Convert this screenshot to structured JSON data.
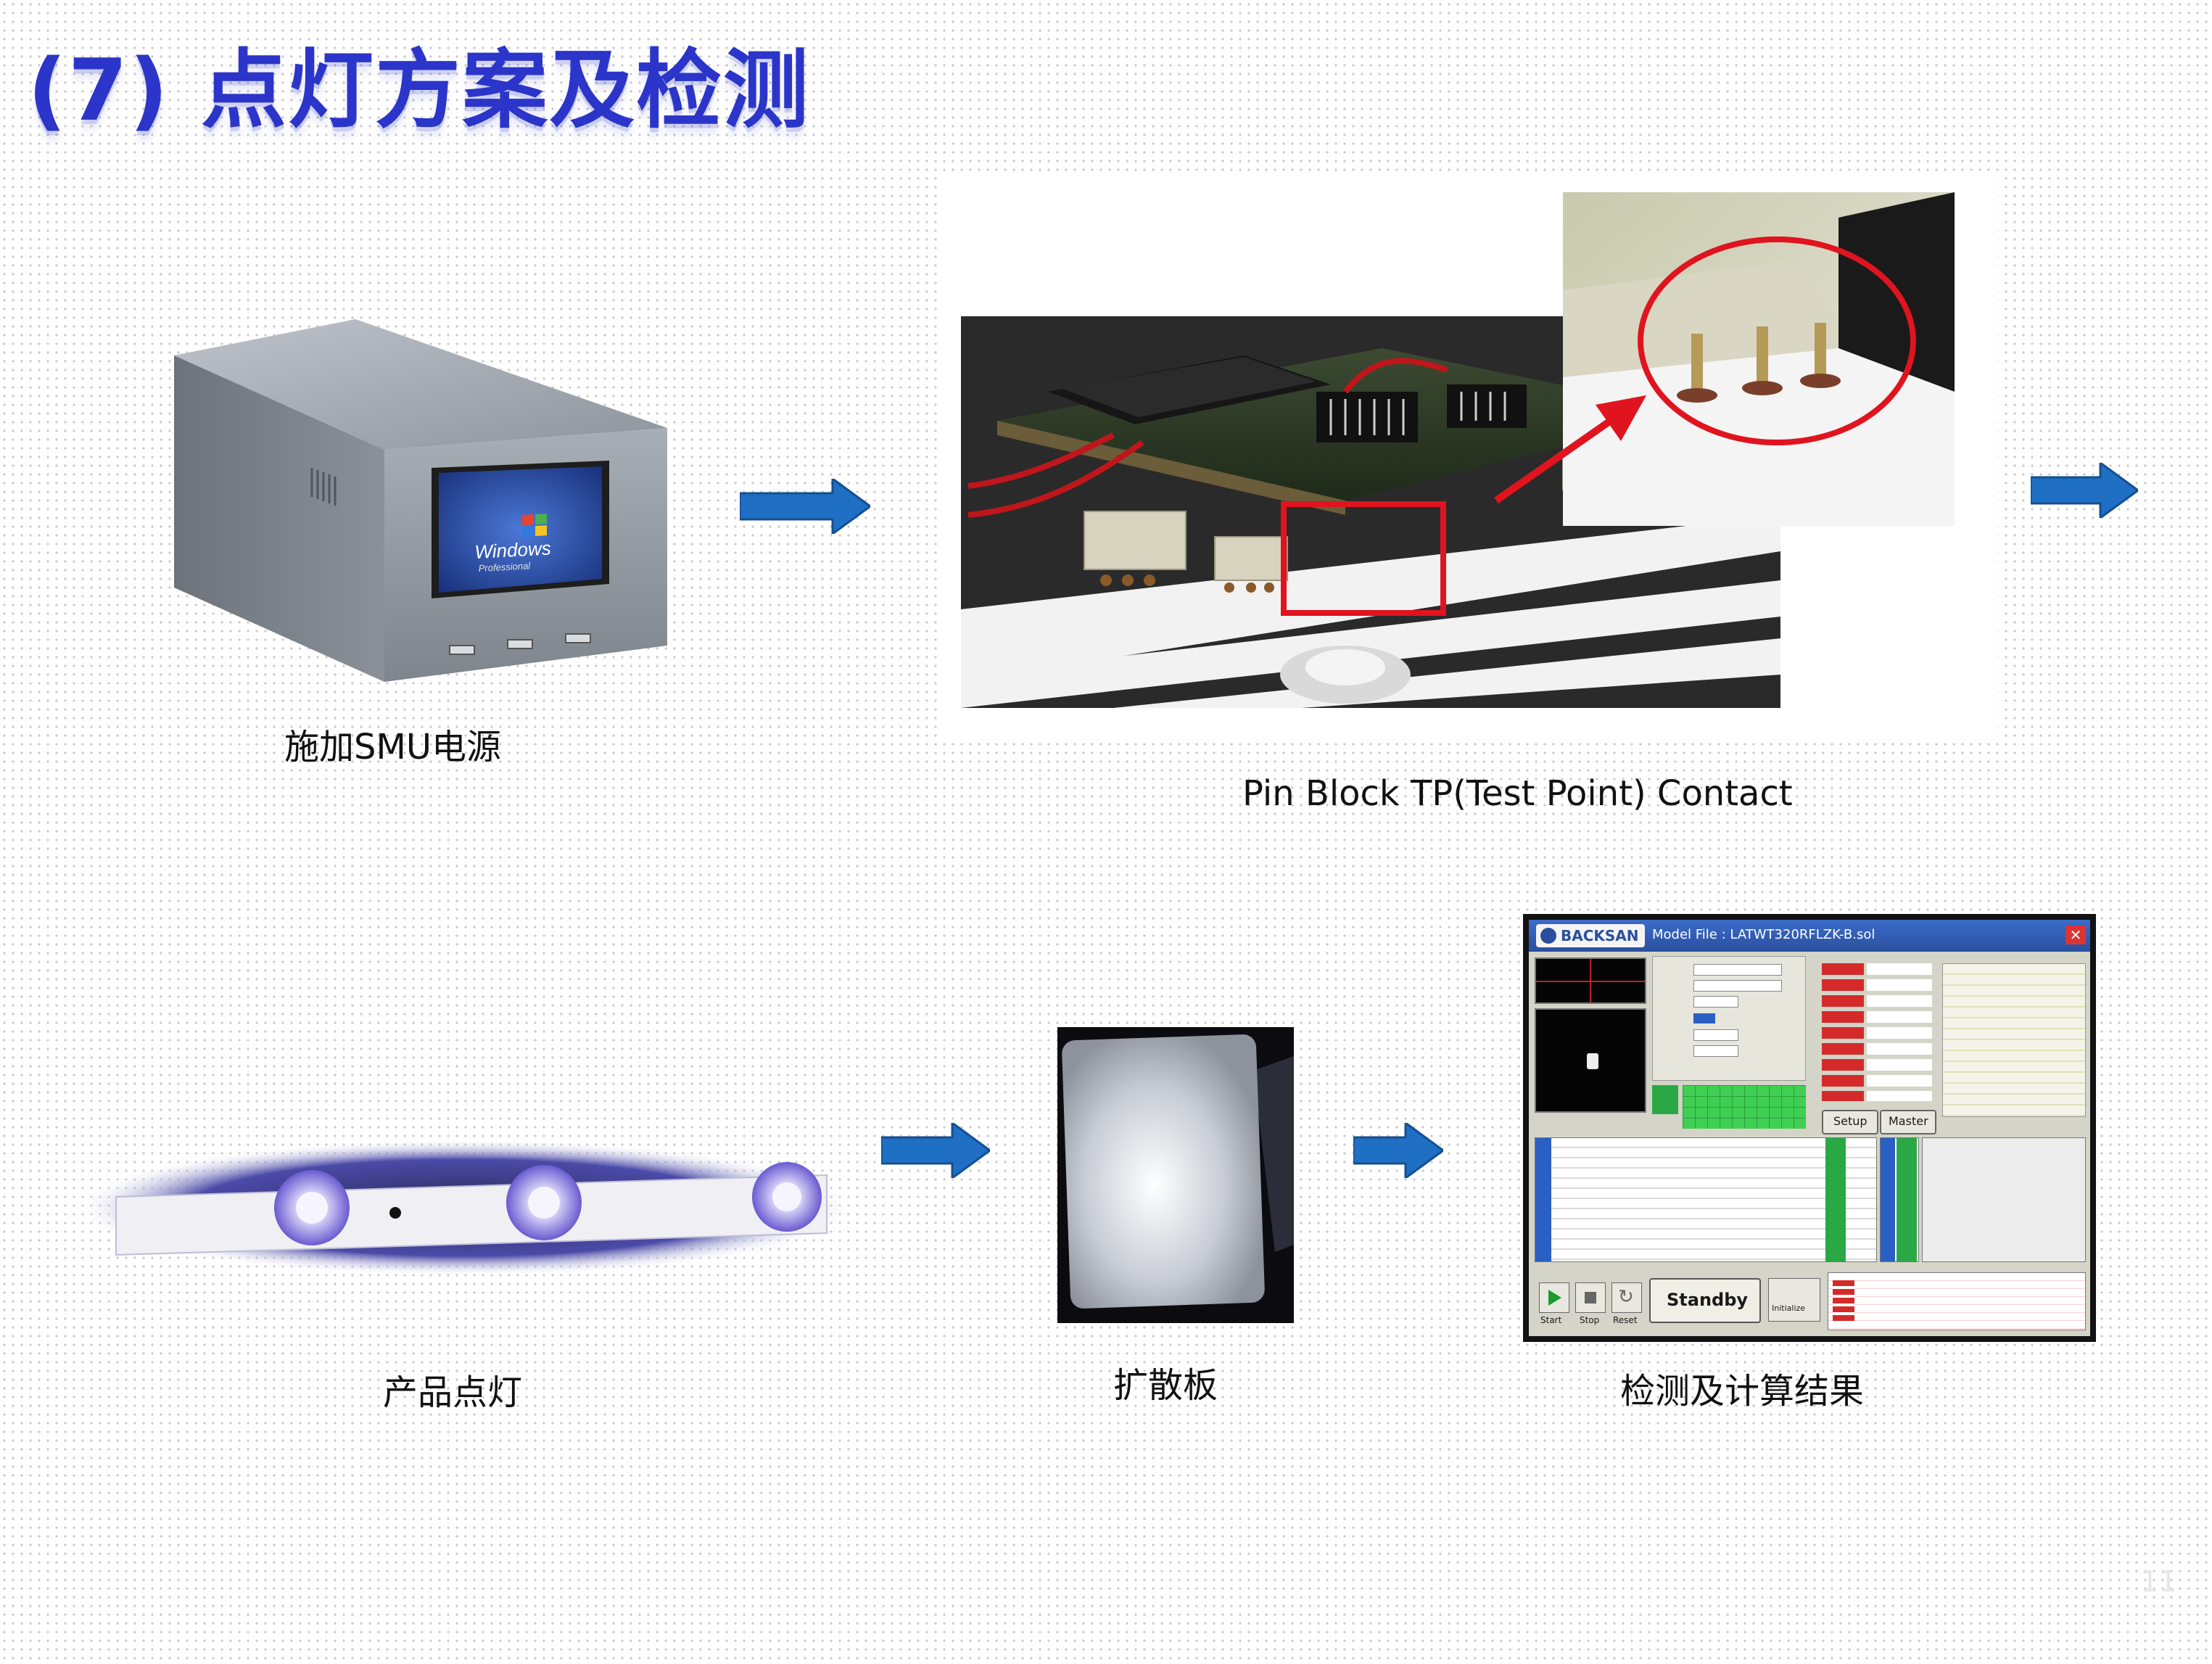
{
  "title": "(7) 点灯方案及检测",
  "captions": {
    "smu": "施加SMU电源",
    "pin_block": "Pin Block TP(Test Point) Contact",
    "product": "产品点灯",
    "diffuser": "扩散板",
    "result": "检测及计算结果"
  },
  "smu_screen": {
    "brand": "Windows",
    "edition": "Professional"
  },
  "software": {
    "logo": "BACKSAN",
    "model_file": "Model File : LATWT320RFLZK-B.sol",
    "status_button": "Standby",
    "buttons": [
      "Start",
      "Stop",
      "Reset",
      "Initialize"
    ],
    "setup_button": "Setup",
    "master_button": "Master"
  },
  "page_number": "11",
  "colors": {
    "title": "#2b35c9",
    "arrow": "#1f6fc4",
    "highlight": "#e0141e"
  }
}
